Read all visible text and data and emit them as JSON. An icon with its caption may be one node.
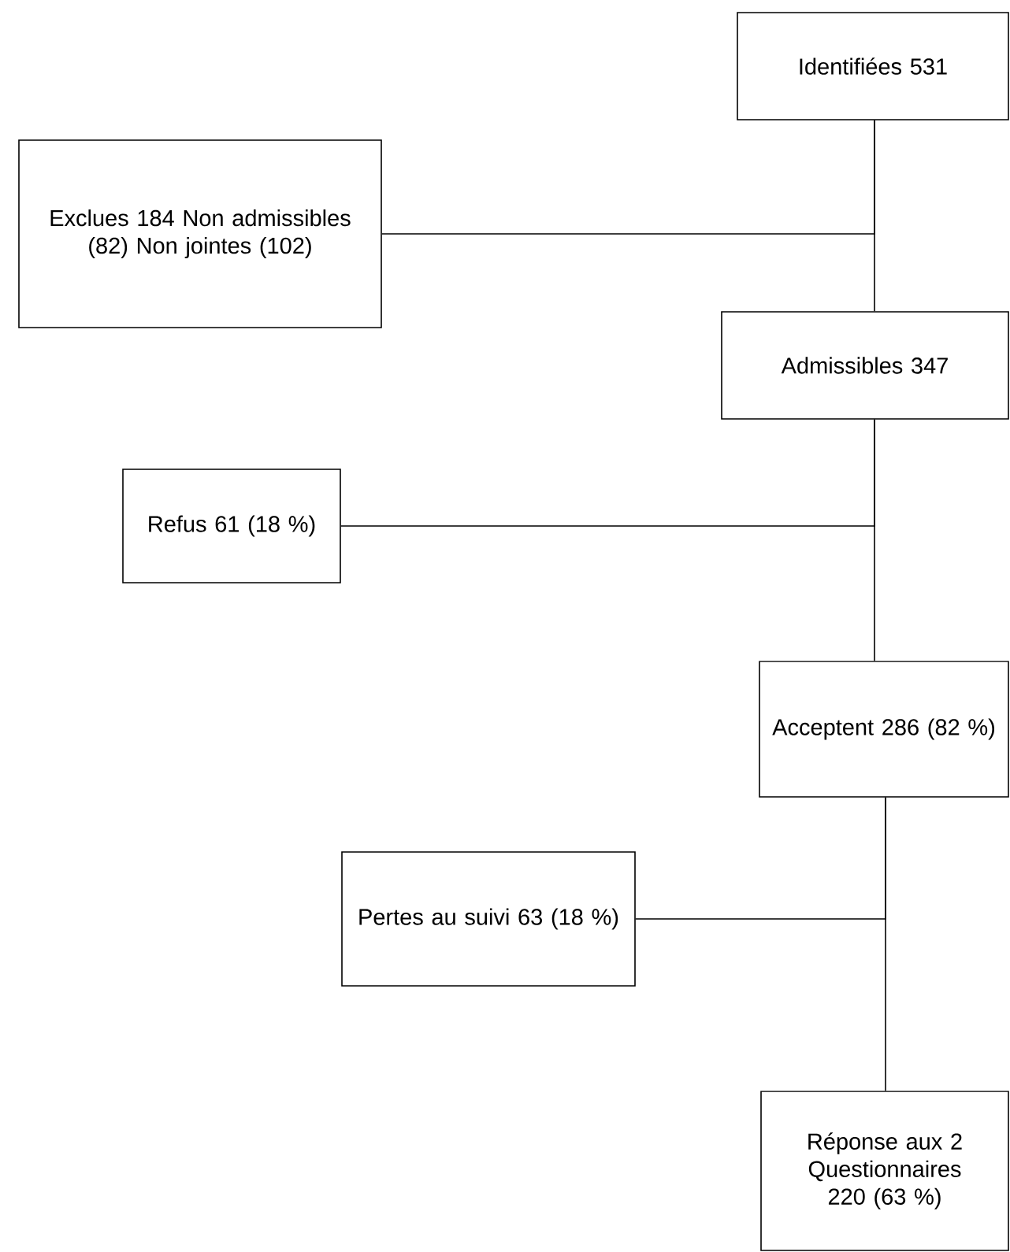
{
  "diagram": {
    "nodes": [
      {
        "text": [
          "Identifiées 531"
        ]
      },
      {
        "text": [
          "Exclues 184 Non admissibles (82) Non jointes (102)"
        ]
      },
      {
        "text": [
          "Admissibles 347"
        ]
      },
      {
        "text": [
          "Refus 61 (18 %)"
        ]
      },
      {
        "text": [
          "Acceptent 286 (82 %)"
        ]
      },
      {
        "text": [
          "Pertes au suivi 63 (18 %)"
        ]
      },
      {
        "text": [
          "Réponse aux 2 Questionnaires 220 (63 %)"
        ]
      }
    ],
    "edges": [
      {
        "from": 0,
        "to": 2,
        "arrow": "none"
      },
      {
        "from": 0,
        "to": 1,
        "arrow": "none"
      },
      {
        "from": 2,
        "to": 4,
        "arrow": "none"
      },
      {
        "from": 2,
        "to": 3,
        "arrow": "none"
      },
      {
        "from": 4,
        "to": 6,
        "arrow": "none"
      },
      {
        "from": 4,
        "to": 5,
        "arrow": "none"
      }
    ]
  }
}
